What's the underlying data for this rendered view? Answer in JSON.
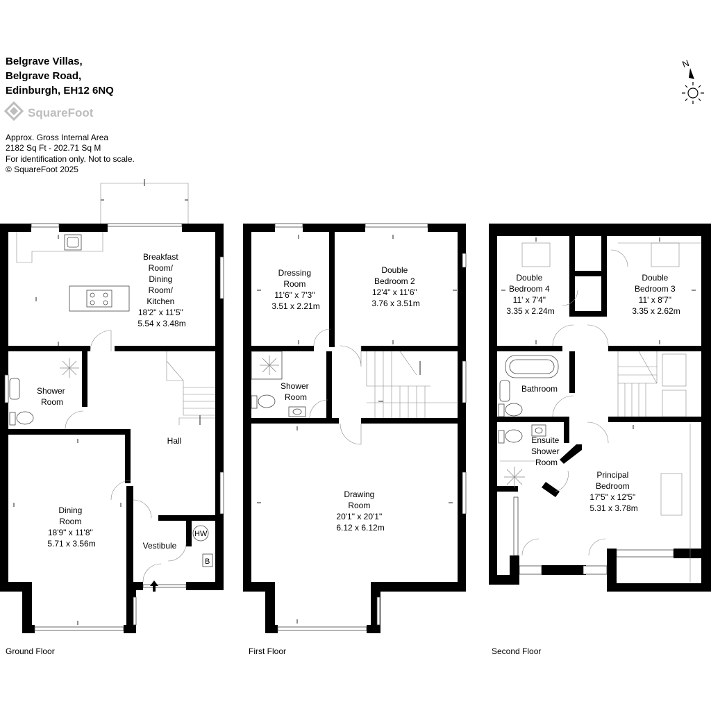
{
  "header": {
    "address": [
      "Belgrave Villas,",
      "Belgrave Road,",
      "Edinburgh, EH12 6NQ"
    ],
    "brand": "SquareFoot",
    "area_notes": [
      "Approx. Gross Internal Area",
      "2182 Sq Ft  -  202.71 Sq M",
      "For identification only. Not to scale.",
      "© SquareFoot 2025"
    ]
  },
  "compass": {
    "label": "N"
  },
  "floors": {
    "ground": {
      "label": "Ground Floor",
      "rooms": {
        "kitchen": [
          "Breakfast",
          "Room/",
          "Dining",
          "Room/",
          "Kitchen",
          "18'2\" x 11'5\"",
          "5.54 x 3.48m"
        ],
        "shower": [
          "Shower",
          "Room"
        ],
        "hall": [
          "Hall"
        ],
        "dining": [
          "Dining",
          "Room",
          "18'9\" x 11'8\"",
          "5.71 x 3.56m"
        ],
        "vestibule": [
          "Vestibule"
        ],
        "hw": "HW",
        "b": "B"
      }
    },
    "first": {
      "label": "First Floor",
      "rooms": {
        "dressing": [
          "Dressing",
          "Room",
          "11'6\" x 7'3\"",
          "3.51 x 2.21m"
        ],
        "bedroom2": [
          "Double",
          "Bedroom 2",
          "12'4\" x 11'6\"",
          "3.76 x 3.51m"
        ],
        "shower": [
          "Shower",
          "Room"
        ],
        "drawing": [
          "Drawing",
          "Room",
          "20'1\" x 20'1\"",
          "6.12 x 6.12m"
        ]
      }
    },
    "second": {
      "label": "Second Floor",
      "rooms": {
        "bedroom4": [
          "Double",
          "Bedroom 4",
          "11' x 7'4\"",
          "3.35 x 2.24m"
        ],
        "bedroom3": [
          "Double",
          "Bedroom 3",
          "11' x 8'7\"",
          "3.35 x 2.62m"
        ],
        "bathroom": [
          "Bathroom"
        ],
        "ensuite": [
          "Ensuite",
          "Shower",
          "Room"
        ],
        "principal": [
          "Principal",
          "Bedroom",
          "17'5\" x 12'5\"",
          "5.31 x 3.78m"
        ]
      }
    }
  }
}
